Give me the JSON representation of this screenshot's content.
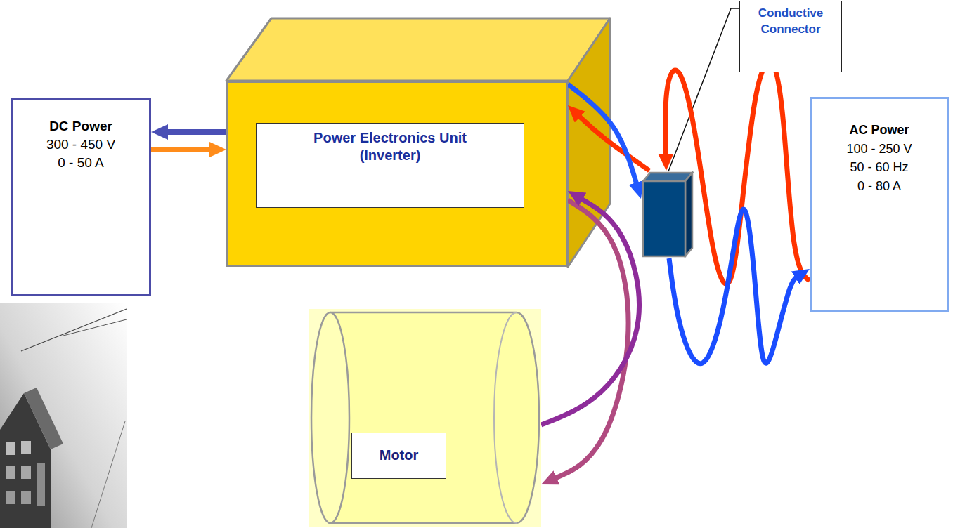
{
  "diagram": {
    "nodes": [
      {
        "text": [
          "DC Power",
          "300 - 450 V",
          "0 - 50 A"
        ]
      },
      {
        "text": [
          "Power Electronics Unit (Inverter)"
        ]
      },
      {
        "text": [
          "Motor"
        ]
      },
      {
        "text": [
          "Conductive Connector"
        ]
      },
      {
        "text": [
          "AC Power",
          "100 - 250 V",
          "50 - 60 Hz",
          "0 - 80 A"
        ]
      }
    ],
    "edges": [
      {
        "from": 1,
        "to": 0,
        "arrow": "to"
      },
      {
        "from": 0,
        "to": 1,
        "arrow": "to"
      },
      {
        "from": 3,
        "to": 1,
        "arrow": "to"
      },
      {
        "from": 1,
        "to": 3,
        "arrow": "to"
      },
      {
        "from": 1,
        "to": 2,
        "arrow": "to"
      },
      {
        "from": 2,
        "to": 1,
        "arrow": "to"
      },
      {
        "from": 4,
        "to": 3,
        "arrow": "to"
      },
      {
        "from": 3,
        "to": 4,
        "arrow": "to"
      }
    ]
  }
}
